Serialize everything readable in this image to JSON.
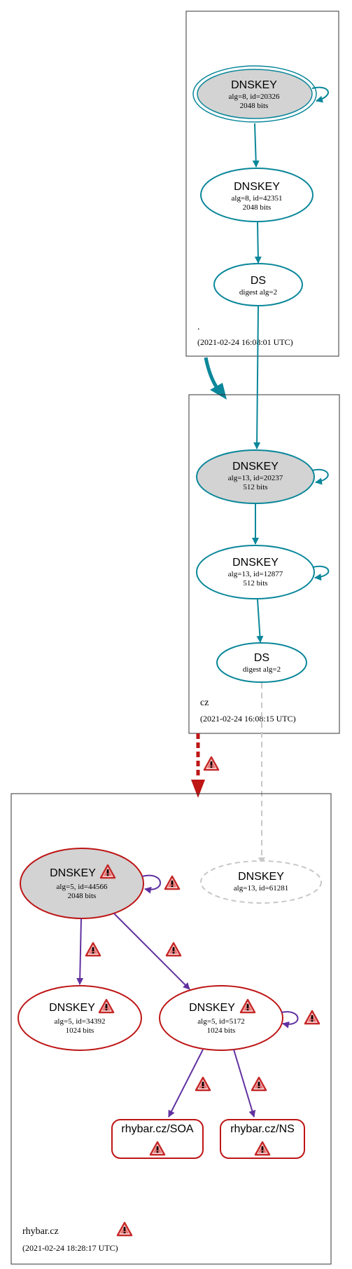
{
  "colors": {
    "teal": "#0a879a",
    "red": "#be1515",
    "purple": "#6131a0",
    "grey_fill": "#d3d3d3",
    "dashed_grey": "#c8c8c8",
    "warn": "#d32f2f"
  },
  "zones": {
    "root": {
      "name": ".",
      "timestamp": "(2021-02-24 16:08:01 UTC)"
    },
    "cz": {
      "name": "cz",
      "timestamp": "(2021-02-24 16:08:15 UTC)"
    },
    "rhybar": {
      "name": "rhybar.cz",
      "timestamp": "(2021-02-24 18:28:17 UTC)"
    }
  },
  "nodes": {
    "root_ksk": {
      "title": "DNSKEY",
      "line1": "alg=8, id=20326",
      "line2": "2048 bits"
    },
    "root_zsk": {
      "title": "DNSKEY",
      "line1": "alg=8, id=42351",
      "line2": "2048 bits"
    },
    "root_ds": {
      "title": "DS",
      "line1": "digest alg=2"
    },
    "cz_ksk": {
      "title": "DNSKEY",
      "line1": "alg=13, id=20237",
      "line2": "512 bits"
    },
    "cz_zsk": {
      "title": "DNSKEY",
      "line1": "alg=13, id=12877",
      "line2": "512 bits"
    },
    "cz_ds": {
      "title": "DS",
      "line1": "digest alg=2"
    },
    "rh_ksk": {
      "title": "DNSKEY",
      "line1": "alg=5, id=44566",
      "line2": "2048 bits"
    },
    "rh_missing": {
      "title": "DNSKEY",
      "line1": "alg=13, id=61281"
    },
    "rh_key1": {
      "title": "DNSKEY",
      "line1": "alg=5, id=34392",
      "line2": "1024 bits"
    },
    "rh_key2": {
      "title": "DNSKEY",
      "line1": "alg=5, id=5172",
      "line2": "1024 bits"
    },
    "rh_soa": {
      "title": "rhybar.cz/SOA"
    },
    "rh_ns": {
      "title": "rhybar.cz/NS"
    }
  },
  "icons": {
    "warning": "warning-triangle-icon"
  }
}
